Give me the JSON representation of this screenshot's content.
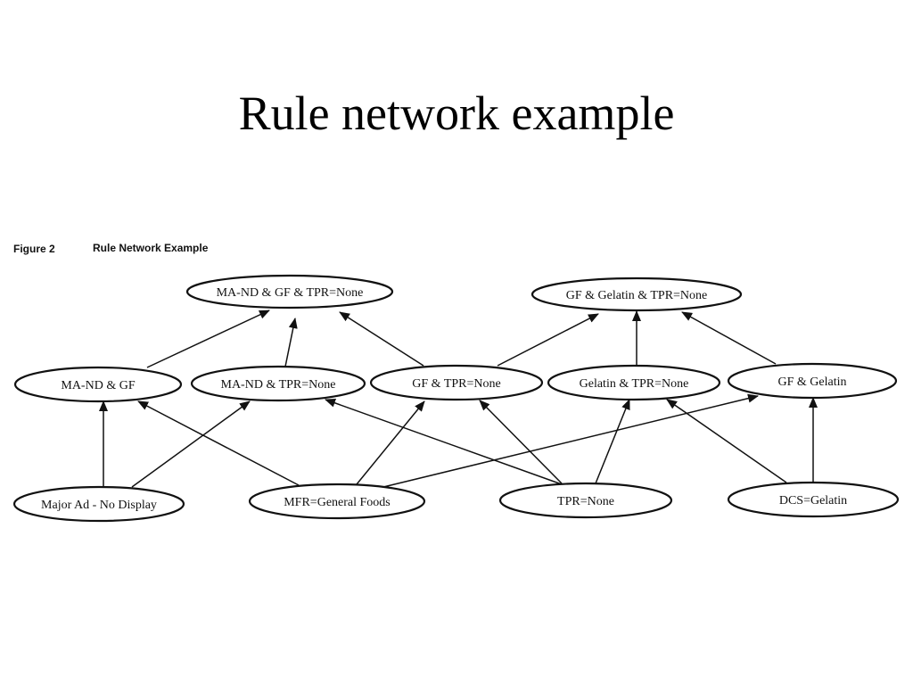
{
  "slide": {
    "title": "Rule network example"
  },
  "figure": {
    "label": "Figure 2",
    "caption": "Rule Network Example"
  },
  "diagram": {
    "nodes": [
      {
        "id": "n1",
        "label": "MA-ND & GF & TPR=None"
      },
      {
        "id": "n2",
        "label": "GF & Gelatin & TPR=None"
      },
      {
        "id": "n3",
        "label": "MA-ND & GF"
      },
      {
        "id": "n4",
        "label": "MA-ND & TPR=None"
      },
      {
        "id": "n5",
        "label": "GF & TPR=None"
      },
      {
        "id": "n6",
        "label": "Gelatin & TPR=None"
      },
      {
        "id": "n7",
        "label": "GF & Gelatin"
      },
      {
        "id": "n8",
        "label": "Major Ad - No Display"
      },
      {
        "id": "n9",
        "label": "MFR=General Foods"
      },
      {
        "id": "n10",
        "label": "TPR=None"
      },
      {
        "id": "n11",
        "label": "DCS=Gelatin"
      }
    ],
    "edges": [
      {
        "from": "n3",
        "to": "n1"
      },
      {
        "from": "n4",
        "to": "n1"
      },
      {
        "from": "n5",
        "to": "n1"
      },
      {
        "from": "n5",
        "to": "n2"
      },
      {
        "from": "n6",
        "to": "n2"
      },
      {
        "from": "n7",
        "to": "n2"
      },
      {
        "from": "n8",
        "to": "n3"
      },
      {
        "from": "n8",
        "to": "n4"
      },
      {
        "from": "n9",
        "to": "n3"
      },
      {
        "from": "n9",
        "to": "n5"
      },
      {
        "from": "n9",
        "to": "n7"
      },
      {
        "from": "n10",
        "to": "n4"
      },
      {
        "from": "n10",
        "to": "n5"
      },
      {
        "from": "n10",
        "to": "n6"
      },
      {
        "from": "n11",
        "to": "n6"
      },
      {
        "from": "n11",
        "to": "n7"
      }
    ]
  }
}
